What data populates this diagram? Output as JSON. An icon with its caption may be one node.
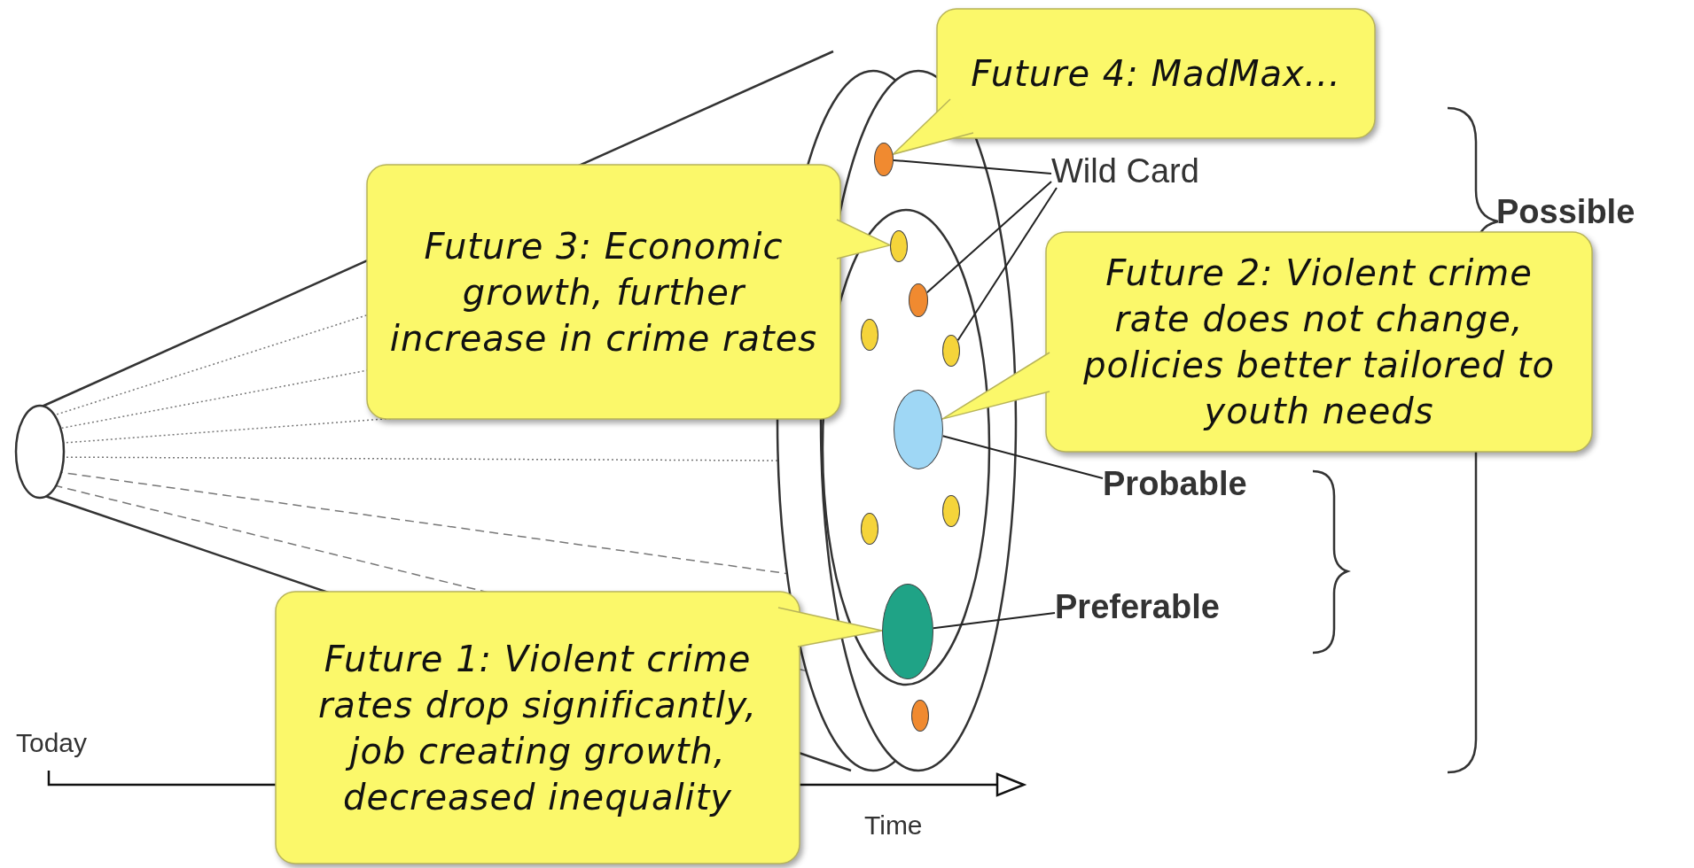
{
  "diagram": {
    "nodes": [
      {
        "text": [
          "Future 4: MadMax..."
        ]
      },
      {
        "text": [
          "Future 3: Economic growth, further increase in crime rates"
        ]
      },
      {
        "text": [
          "Future 2: Violent crime rate does not change, policies better tailored to youth needs"
        ]
      },
      {
        "text": [
          "Future 1: Violent crime rates drop significantly, job creating growth, decreased inequality"
        ]
      },
      {
        "text": [
          "Wild Card"
        ]
      },
      {
        "text": [
          "Possible"
        ]
      },
      {
        "text": [
          "Probable"
        ]
      },
      {
        "text": [
          "Preferable"
        ]
      },
      {
        "text": [],
        "shape": "circle"
      },
      {
        "text": [],
        "shape": "circle"
      },
      {
        "text": [],
        "shape": "circle"
      },
      {
        "text": [],
        "shape": "circle"
      },
      {
        "text": [],
        "shape": "circle"
      },
      {
        "text": [],
        "shape": "circle"
      },
      {
        "text": [],
        "shape": "circle"
      },
      {
        "text": [],
        "shape": "circle"
      },
      {
        "text": [],
        "shape": "circle"
      },
      {
        "text": [],
        "shape": "circle"
      }
    ],
    "edges": [
      {
        "from": 4,
        "to": 8,
        "arrow": "none"
      },
      {
        "from": 4,
        "to": 10,
        "arrow": "none"
      },
      {
        "from": 4,
        "to": 12,
        "arrow": "none"
      },
      {
        "from": 6,
        "to": 13,
        "arrow": "none"
      },
      {
        "from": 7,
        "to": 16,
        "arrow": "none"
      }
    ],
    "labels": [
      "Today",
      "Time"
    ]
  }
}
